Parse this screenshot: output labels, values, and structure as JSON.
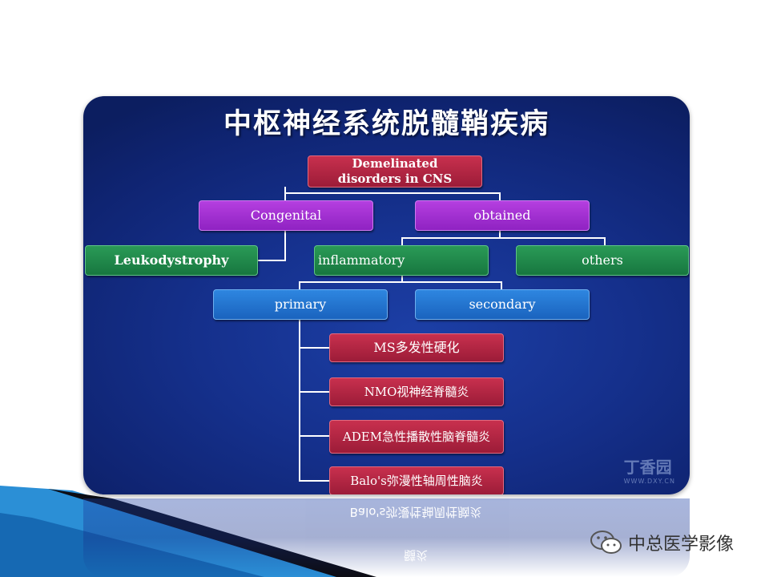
{
  "slide": {
    "title": "中枢神经系统脱髓鞘疾病",
    "nodes": {
      "root": "Demelinated disorders in CNS",
      "congenital": "Congenital",
      "obtained": "obtained",
      "leukodystrophy": "Leukodystrophy",
      "inflammatory": "inflammatory",
      "others": "others",
      "primary": "primary",
      "secondary": "secondary",
      "ms": "MS多发性硬化",
      "nmo": "NMO视神经脊髓炎",
      "adem": "ADEM急性播散性脑脊髓炎",
      "balo": "Balo's弥漫性轴周性脑炎"
    },
    "watermark": {
      "name": "丁香园",
      "url": "WWW.DXY.CN"
    }
  },
  "reflection": {
    "line1": "Balo's弥漫性轴周性脑炎",
    "line2": "髓炎"
  },
  "footer": {
    "credit": "中总医学影像"
  },
  "colors": {
    "slide_background": "#15308c",
    "red_box": "#b02642",
    "purple_box": "#a030d8",
    "green_box": "#1f8a4c",
    "blue_box": "#2578d4"
  }
}
